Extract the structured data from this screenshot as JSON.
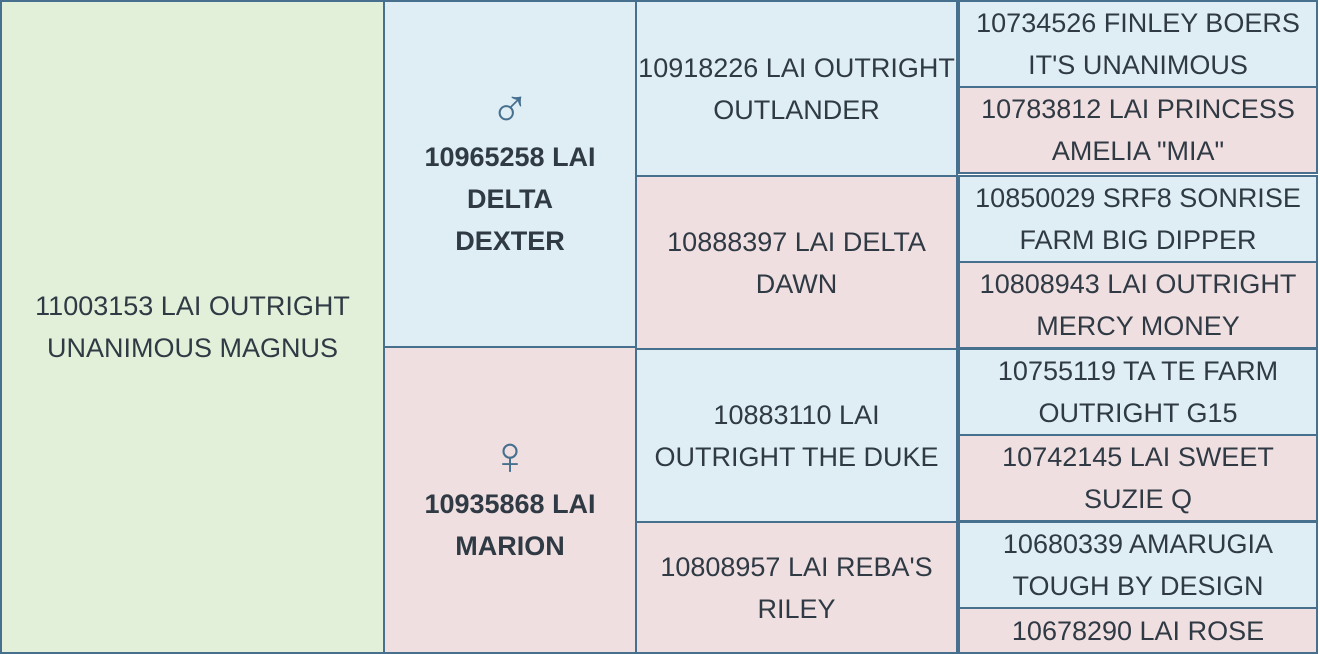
{
  "subject": {
    "name": "11003153 LAI OUTRIGHT UNANIMOUS MAGNUS"
  },
  "sire": {
    "symbol": "♂",
    "name": "10965258 LAI DELTA DEXTER"
  },
  "dam": {
    "symbol": "♀",
    "name": "10935868 LAI MARION"
  },
  "grandparents": [
    {
      "name": "10918226 LAI OUTRIGHT OUTLANDER"
    },
    {
      "name": "10888397 LAI DELTA DAWN"
    },
    {
      "name": "10883110 LAI OUTRIGHT THE DUKE"
    },
    {
      "name": "10808957 LAI REBA'S RILEY"
    }
  ],
  "great_grandparents": [
    {
      "name": "10734526 FINLEY BOERS IT'S UNANIMOUS"
    },
    {
      "name": "10783812 LAI PRINCESS AMELIA \"MIA\""
    },
    {
      "name": "10850029 SRF8 SONRISE FARM BIG DIPPER"
    },
    {
      "name": "10808943 LAI OUTRIGHT MERCY MONEY"
    },
    {
      "name": "10755119 TA TE FARM OUTRIGHT G15"
    },
    {
      "name": "10742145 LAI SWEET SUZIE Q"
    },
    {
      "name": "10680339 AMARUGIA TOUGH BY DESIGN"
    },
    {
      "name": "10678290 LAI ROSE"
    }
  ],
  "colors": {
    "subject_bg": "#e2f0da",
    "male_bg": "#dfedf5",
    "female_bg": "#f0dfe0",
    "border": "#47708f"
  }
}
